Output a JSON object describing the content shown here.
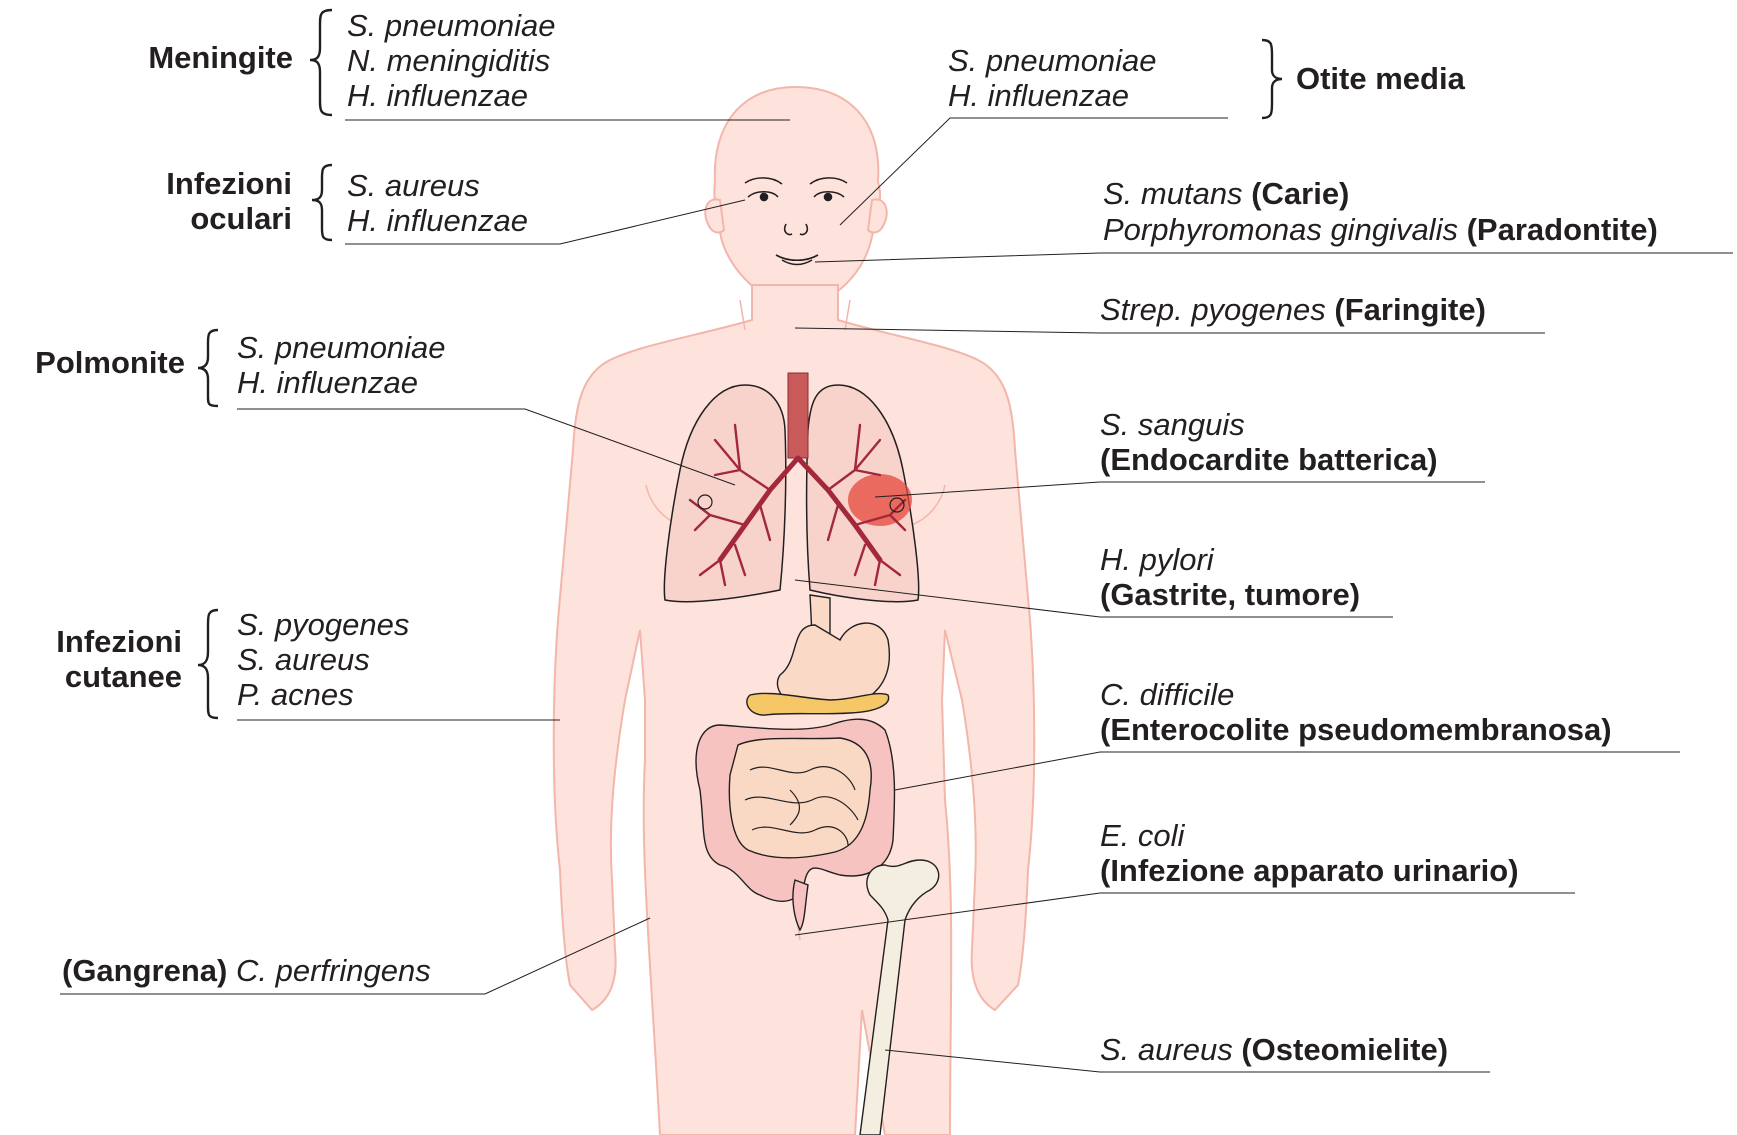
{
  "left_groups": {
    "meningite": {
      "title": [
        "Meningite"
      ],
      "organisms": [
        "S. pneumoniae",
        "N. meningiditis",
        "H. influenzae"
      ]
    },
    "oculari": {
      "title": [
        "Infezioni",
        "oculari"
      ],
      "organisms": [
        "S. aureus",
        "H. influenzae"
      ]
    },
    "polmonite": {
      "title": [
        "Polmonite"
      ],
      "organisms": [
        "S. pneumoniae",
        "H. influenzae"
      ]
    },
    "cutanee": {
      "title": [
        "Infezioni",
        "cutanee"
      ],
      "organisms": [
        "S. pyogenes",
        "S. aureus",
        "P. acnes"
      ]
    },
    "gangrena": {
      "disease": "(Gangrena)",
      "organism": "C. perfringens"
    }
  },
  "right_groups": {
    "otite": {
      "title": "Otite media",
      "organisms": [
        "S. pneumoniae",
        "H. influenzae"
      ]
    },
    "carie": {
      "organism": "S. mutans",
      "disease": "(Carie)"
    },
    "paradontite": {
      "organism": "Porphyromonas gingivalis",
      "disease": "(Paradontite)"
    },
    "faringite": {
      "organism": "Strep. pyogenes",
      "disease": "(Faringite)"
    },
    "endocardite": {
      "organism": "S. sanguis",
      "disease": "(Endocardite batterica)"
    },
    "gastrite": {
      "organism": "H. pylori",
      "disease": "(Gastrite, tumore)"
    },
    "enterocolite": {
      "organism": "C. difficile",
      "disease": "(Enterocolite pseudomembranosa)"
    },
    "urinario": {
      "organism": "E. coli",
      "disease": "(Infezione apparato urinario)"
    },
    "osteomielite": {
      "organism": "S. aureus",
      "disease": "(Osteomielite)"
    }
  },
  "colors": {
    "skin": "#fde3dc",
    "skin_outline": "#f2b6aa",
    "lung": "#f8d3cc",
    "vessel": "#a3283a",
    "intestine": "#f9d9c4",
    "colon": "#f7c3c1",
    "stomach": "#fbd9c7",
    "pancreas": "#f5c767",
    "bone": "#f3eee0",
    "leader": "#231f20"
  }
}
